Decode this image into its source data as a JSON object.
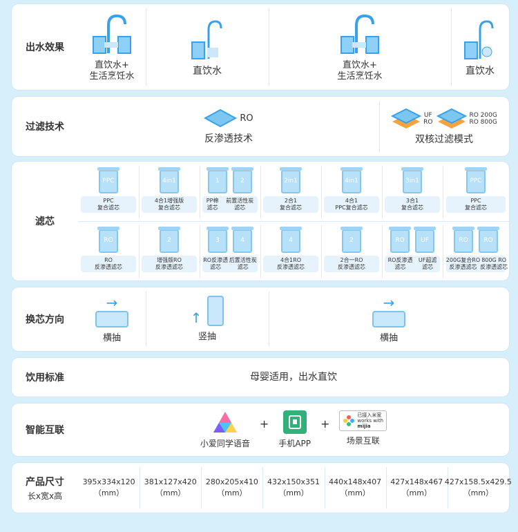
{
  "rows": {
    "water_effect": {
      "label": "出水效果",
      "items": [
        "直饮水+\n生活烹饪水",
        "直饮水",
        "直饮水+\n生活烹饪水",
        "直饮水"
      ]
    },
    "filter_tech": {
      "label": "过滤技术",
      "left_badge": "RO",
      "left_label": "反渗透技术",
      "right_badges": [
        "UF",
        "RO",
        "RO 200G",
        "RO 800G"
      ],
      "right_label": "双核过滤模式"
    },
    "filters": {
      "label": "滤芯",
      "top": [
        {
          "icons": [
            "PPC"
          ],
          "caption": "PPC\n复合滤芯"
        },
        {
          "icons": [
            "4in1"
          ],
          "caption": "4合1增强版\n复合滤芯"
        },
        {
          "icons": [
            "1",
            "2"
          ],
          "caption": "PP棉\n滤芯",
          "caption2": "前置活性炭\n滤芯"
        },
        {
          "icons": [
            "2in1"
          ],
          "caption": "2合1\n复合滤芯"
        },
        {
          "icons": [
            "4in1"
          ],
          "caption": "4合1\nPPC复合滤芯"
        },
        {
          "icons": [
            "3in1"
          ],
          "caption": "3合1\n复合滤芯"
        },
        {
          "icons": [
            "PPC"
          ],
          "caption": "PPC\n复合滤芯"
        }
      ],
      "bottom": [
        {
          "icons": [
            "RO"
          ],
          "caption": "RO\n反渗透滤芯"
        },
        {
          "icons": [
            "2"
          ],
          "caption": "增强版RO\n反渗透滤芯"
        },
        {
          "icons": [
            "3",
            "4"
          ],
          "caption": "RO反渗透\n滤芯",
          "caption2": "后置活性炭\n滤芯"
        },
        {
          "icons": [
            "4"
          ],
          "caption": "4合1RO\n反渗透滤芯"
        },
        {
          "icons": [
            "2"
          ],
          "caption": "2合一RO\n反渗透滤芯"
        },
        {
          "icons": [
            "RO",
            "UF"
          ],
          "caption": "RO反渗透\n滤芯",
          "caption2": "UF超滤\n滤芯"
        },
        {
          "icons": [
            "RO",
            "RO"
          ],
          "caption": "200G复合RO\n反渗透滤芯",
          "caption2": "800G RO\n反渗透滤芯"
        }
      ]
    },
    "replace_dir": {
      "label": "换芯方向",
      "items": [
        "横抽",
        "竖抽",
        "横抽"
      ]
    },
    "drink_std": {
      "label": "饮用标准",
      "text": "母婴适用，出水直饮"
    },
    "smart": {
      "label": "智能互联",
      "items": [
        "小爱同学语音",
        "手机APP",
        "场景互联"
      ],
      "plus": "+",
      "mijia_badge": [
        "已接入米家",
        "works with",
        "mijia"
      ]
    },
    "size": {
      "label": "产品尺寸",
      "sublabel": "长x宽x高",
      "unit": "（mm）",
      "values": [
        "395x334x120",
        "381x127x420",
        "280x205x410",
        "432x150x351",
        "440x148x407",
        "427x148x467",
        "427x158.5x429.5"
      ]
    }
  },
  "colors": {
    "accent": "#3aa0e8",
    "bg": "#d7eefb",
    "filter": "#b7e0f9"
  }
}
